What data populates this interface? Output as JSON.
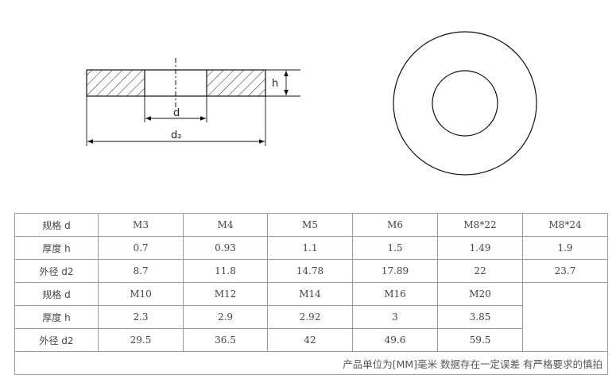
{
  "drawing": {
    "labels": {
      "thickness": "h",
      "inner_diameter": "d",
      "outer_diameter": "d₂"
    }
  },
  "table": {
    "row_labels": {
      "spec": "规格 d",
      "thickness": "厚度 h",
      "outer": "外径 d2"
    },
    "group1": {
      "spec": [
        "M3",
        "M4",
        "M5",
        "M6",
        "M8*22",
        "M8*24"
      ],
      "thickness": [
        "0.7",
        "0.93",
        "1.1",
        "1.5",
        "1.49",
        "1.9"
      ],
      "outer": [
        "8.7",
        "11.8",
        "14.78",
        "17.89",
        "22",
        "23.7"
      ]
    },
    "group2": {
      "spec": [
        "M10",
        "M12",
        "M14",
        "M16",
        "M20"
      ],
      "thickness": [
        "2.3",
        "2.9",
        "2.92",
        "3",
        "3.85"
      ],
      "outer": [
        "29.5",
        "36.5",
        "42",
        "49.6",
        "59.5"
      ]
    },
    "note": "产品单位为[MM]毫米  数据存在一定误差 有严格要求的慎拍"
  }
}
